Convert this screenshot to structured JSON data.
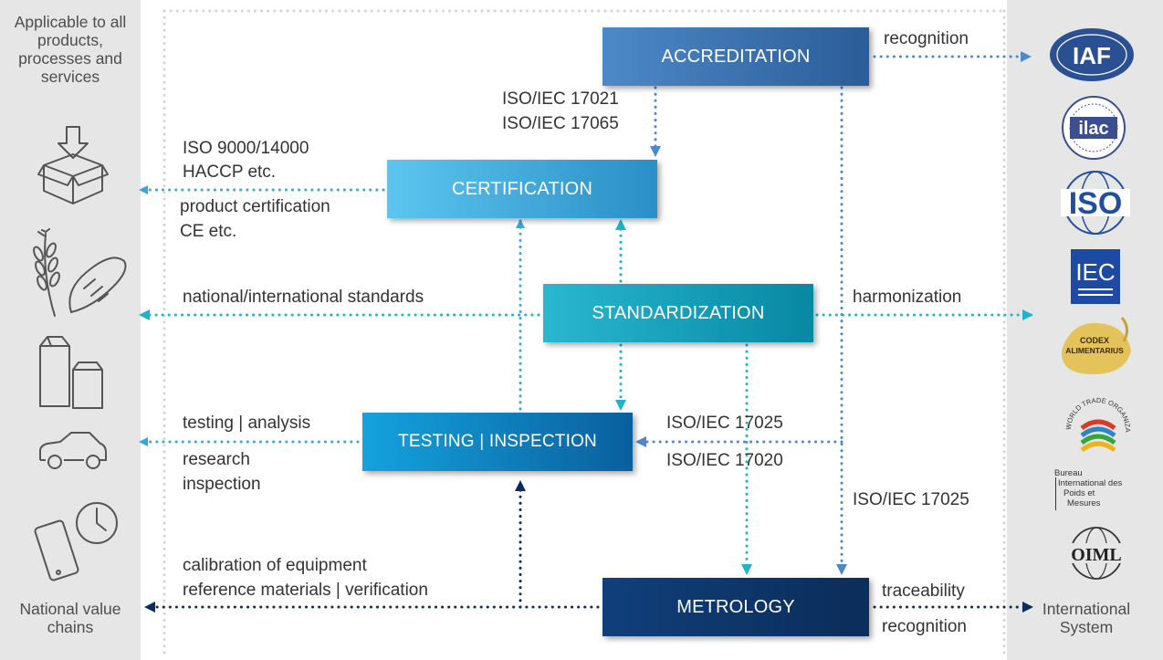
{
  "sidebars": {
    "left_top": "Applicable to all products, processes and services",
    "left_bottom": "National value chains",
    "right_bottom": "International System"
  },
  "boxes": {
    "accreditation": "ACCREDITATION",
    "certification": "CERTIFICATION",
    "standardization": "STANDARDIZATION",
    "testing": "TESTING | INSPECTION",
    "metrology": "METROLOGY"
  },
  "labels": {
    "recognition_top": "recognition",
    "iso_17021": "ISO/IEC 17021",
    "iso_17065": "ISO/IEC 17065",
    "iso_9000": "ISO 9000/14000",
    "haccp": "HACCP etc.",
    "product_cert": "product certification",
    "ce": "CE etc.",
    "nat_standards": "national/international standards",
    "harmonization": "harmonization",
    "testing_analysis": "testing | analysis",
    "research": "research",
    "inspection": "inspection",
    "iso_17025_a": "ISO/IEC 17025",
    "iso_17020": "ISO/IEC 17020",
    "iso_17025_b": "ISO/IEC 17025",
    "calibration": "calibration of equipment",
    "reference": "reference materials | verification",
    "traceability": "traceability",
    "recognition_bottom": "recognition"
  },
  "logos": {
    "iaf": "IAF",
    "ilac": "ilac",
    "iso": "ISO",
    "iec": "IEC",
    "codex_1": "CODEX",
    "codex_2": "ALIMENTARIUS",
    "wto": "WORLD TRADE ORGANIZATION",
    "bipm_1": "Bureau",
    "bipm_2": "International des",
    "bipm_3": "Poids et",
    "bipm_4": "Mesures",
    "oiml": "OIML"
  },
  "icons": [
    "box-icon",
    "wheat-bread-icon",
    "carton-icon",
    "car-icon",
    "phone-clock-icon"
  ],
  "colors": {
    "light_blue": "#3aa6dc",
    "mid_blue": "#4d89c8",
    "teal": "#21b3cc",
    "dark_navy": "#0b2d59",
    "sidebar": "#e6e6e6"
  }
}
